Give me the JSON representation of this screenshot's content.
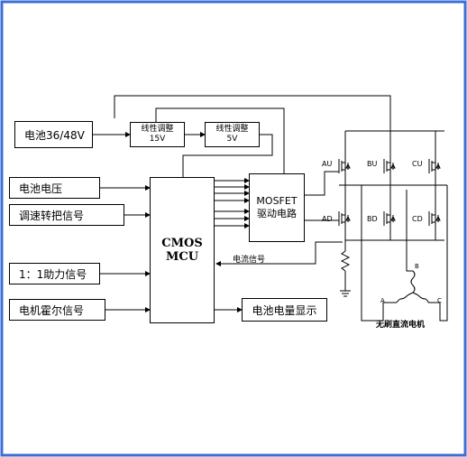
{
  "colors": {
    "frame": "#3b6fd6",
    "line": "#000000"
  },
  "inputs": {
    "battery": "电池36/48V",
    "battery_voltage": "电池电压",
    "throttle": "调速转把信号",
    "assist": "1：1助力信号",
    "hall": "电机霍尔信号"
  },
  "regulator_15v": {
    "line1": "线性调整",
    "line2": "15V"
  },
  "regulator_5v": {
    "line1": "线性调整",
    "line2": "5V"
  },
  "mcu": {
    "line1": "CMOS",
    "line2": "MCU"
  },
  "driver": {
    "line1": "MOSFET",
    "line2": "驱动电路"
  },
  "battery_display": "电池电量显示",
  "current_signal": "电流信号",
  "switches": [
    "AU",
    "BU",
    "CU",
    "AD",
    "BD",
    "CD"
  ],
  "motor": {
    "label": "无刷直流电机",
    "phases": [
      "A",
      "B",
      "C"
    ]
  }
}
